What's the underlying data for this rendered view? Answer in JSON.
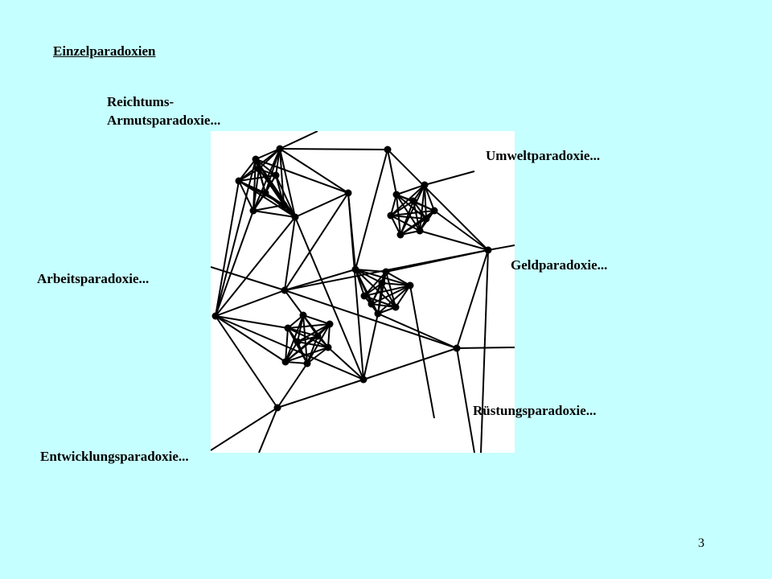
{
  "slide": {
    "title": "Einzelparadoxien",
    "page_number": "3"
  },
  "labels": {
    "reichtum_line1": "Reichtums-",
    "reichtum_line2": "Armutsparadoxie...",
    "umwelt": "Umweltparadoxie...",
    "geld": "Geldparadoxie...",
    "arbeit": "Arbeitsparadoxie...",
    "ruestung": "Rüstungsparadoxie...",
    "entwicklung": "Entwicklungsparadoxie..."
  },
  "colors": {
    "background": "#C6FFFF",
    "panel": "#FFFFFF",
    "ink": "#000000"
  },
  "network": {
    "node_count": 52,
    "clusters": 4
  }
}
